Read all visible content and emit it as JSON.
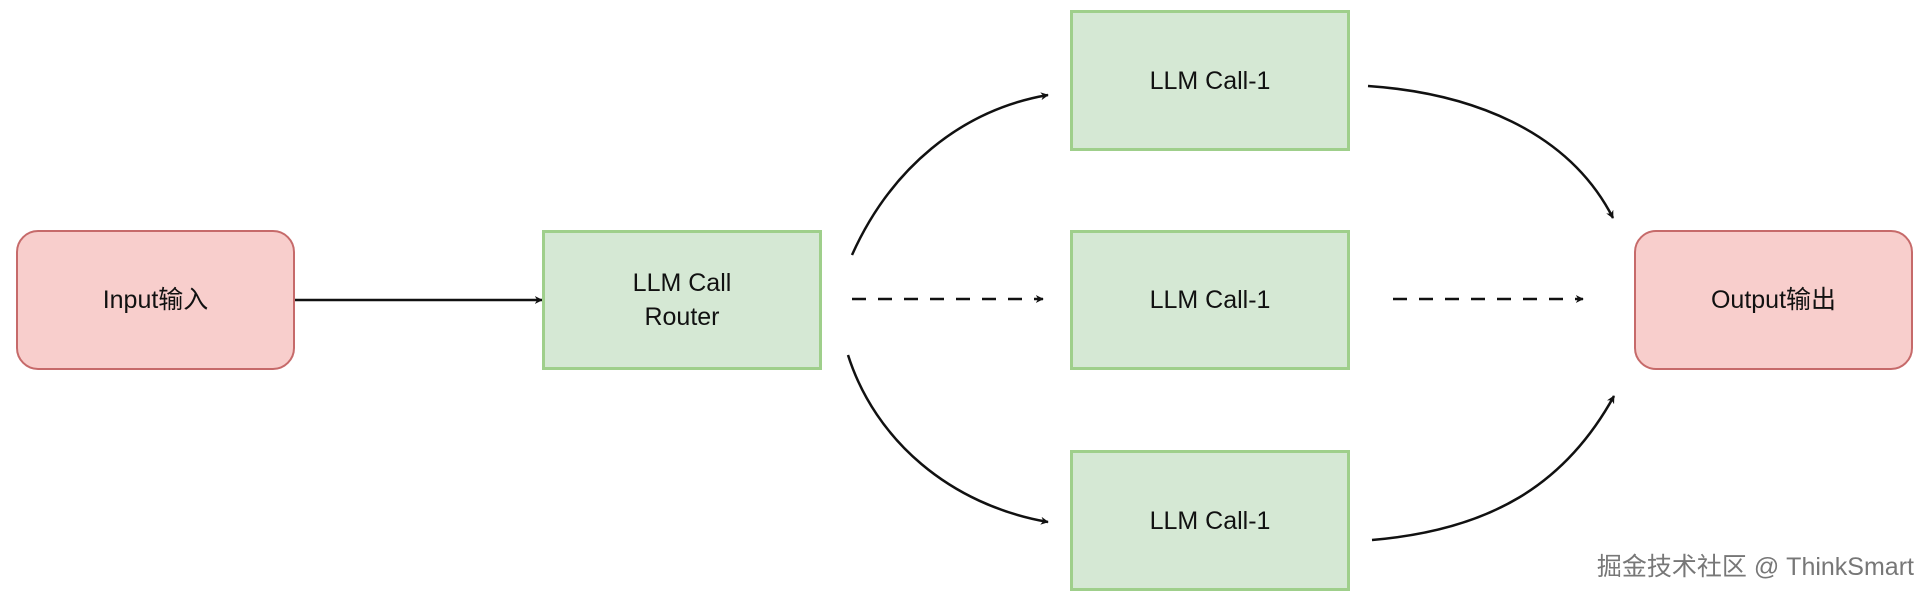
{
  "diagram": {
    "input_label": "Input输入",
    "router_label_line1": "LLM Call",
    "router_label_line2": "Router",
    "llm_call_top_label": "LLM Call-1",
    "llm_call_middle_label": "LLM Call-1",
    "llm_call_bottom_label": "LLM Call-1",
    "output_label": "Output输出"
  },
  "watermark": "掘金技术社区 @ ThinkSmart",
  "colors": {
    "io_fill": "#f8cecc",
    "io_border": "#c66a6a",
    "llm_fill": "#d5e8d4",
    "llm_border": "#9fcf8b",
    "edge": "#111111"
  }
}
